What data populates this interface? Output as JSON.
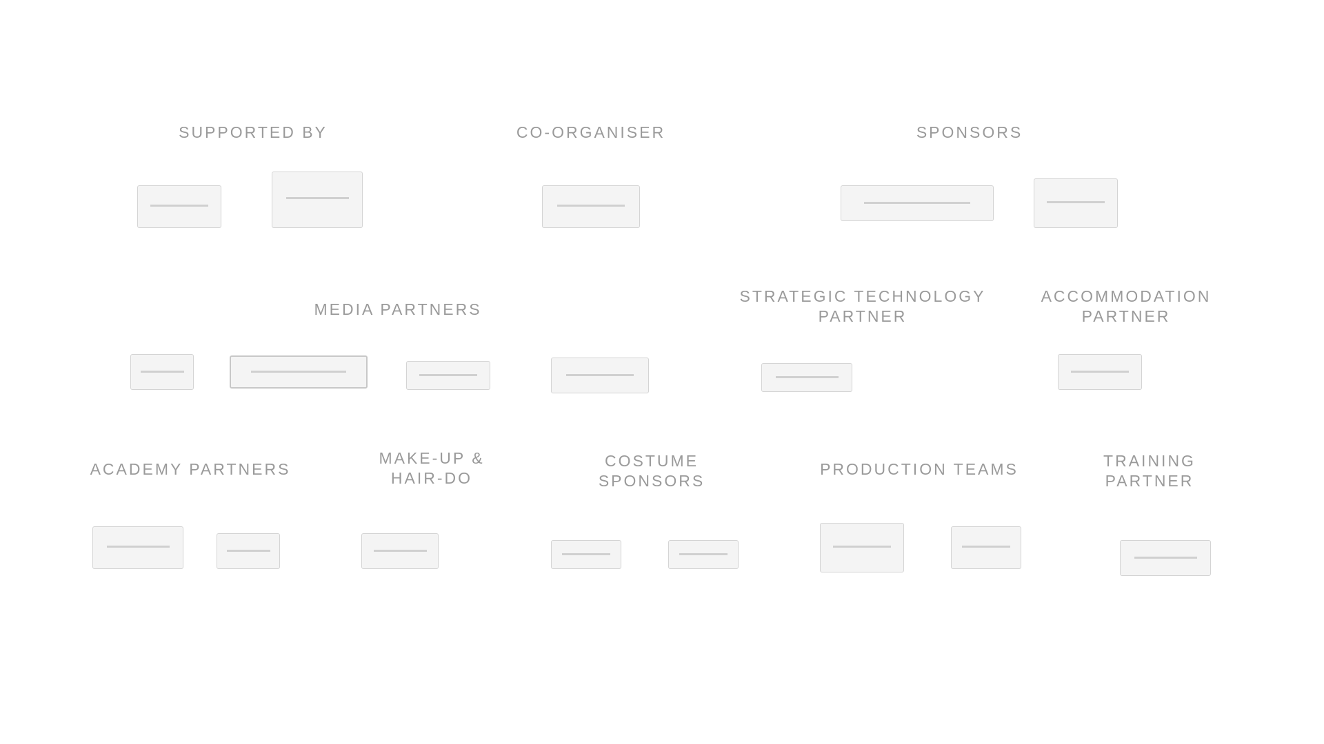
{
  "sections": {
    "supported_by": "SUPPORTED BY",
    "co_organiser": "CO-ORGANISER",
    "sponsors": "SPONSORS",
    "media_partners": "MEDIA PARTNERS",
    "strategic_technology_partner_1": "STRATEGIC TECHNOLOGY",
    "strategic_technology_partner_2": "PARTNER",
    "accommodation_partner_1": "ACCOMMODATION",
    "accommodation_partner_2": "PARTNER",
    "academy_partners": "ACADEMY PARTNERS",
    "makeup_hairdo_1": "MAKE-UP &",
    "makeup_hairdo_2": "HAIR-DO",
    "costume_sponsors_1": "COSTUME",
    "costume_sponsors_2": "SPONSORS",
    "production_teams": "PRODUCTION TEAMS",
    "training_partner_1": "TRAINING",
    "training_partner_2": "PARTNER"
  }
}
